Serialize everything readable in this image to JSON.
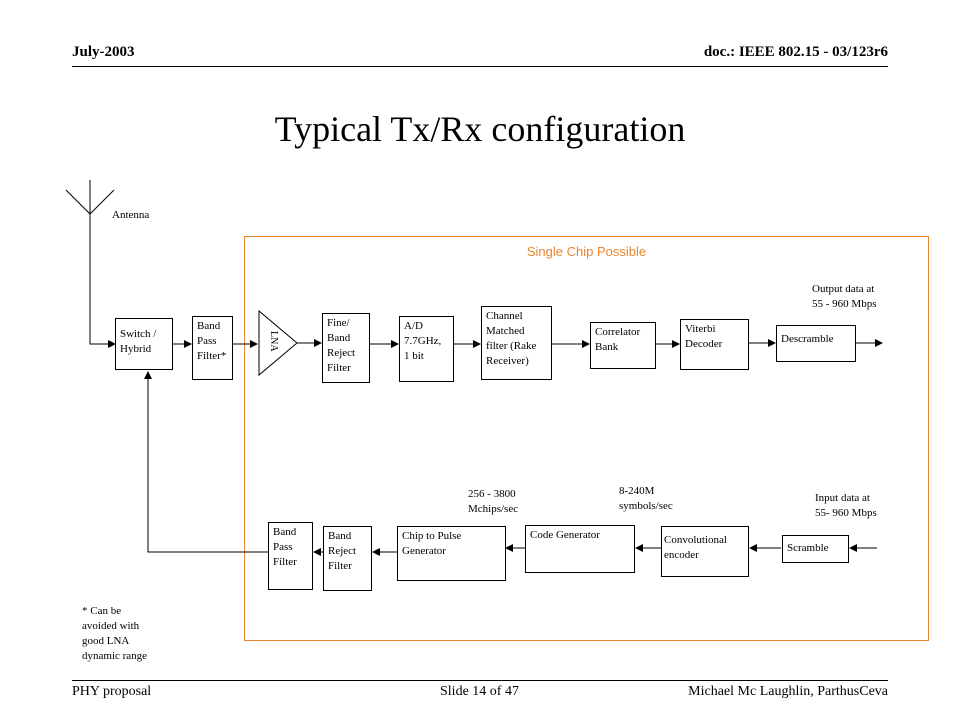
{
  "header": {
    "date": "July-2003",
    "doc": "doc.: IEEE 802.15 -  03/123r6"
  },
  "title": "Typical Tx/Rx configuration",
  "diagram": {
    "antenna_label": "Antenna",
    "chip_label": "Single Chip Possible",
    "rx": {
      "switch": "Switch /\nHybrid",
      "bpf": "Band\nPass\nFilter*",
      "lna": "LNA",
      "brf": "Fine/\nBand\nReject\nFilter",
      "adc": "A/D\n7.7GHz,\n1 bit",
      "matched": "Channel\nMatched\nfilter (Rake\nReceiver)",
      "correlator": "Correlator\nBank",
      "viterbi": "Viterbi\nDecoder",
      "descramble": "Descramble",
      "output_note": "Output data at\n55 - 960 Mbps"
    },
    "tx": {
      "bpf": "Band\nPass\nFilter",
      "brf": "Band\nReject\nFilter",
      "pulse": "Chip to Pulse\nGenerator",
      "code": "Code Generator",
      "conv": "Convolutional\nencoder",
      "scramble": "Scramble",
      "chip_rate_note": "256 - 3800\nMchips/sec",
      "symbol_rate_note": "8-240M\nsymbols/sec",
      "input_note": "Input data at\n55- 960 Mbps"
    },
    "footnote": "* Can be\navoided with\ngood LNA\ndynamic range"
  },
  "footer": {
    "left": "PHY proposal",
    "center": "Slide 14 of 47",
    "right": "Michael  Mc Laughlin, ParthusCeva"
  }
}
